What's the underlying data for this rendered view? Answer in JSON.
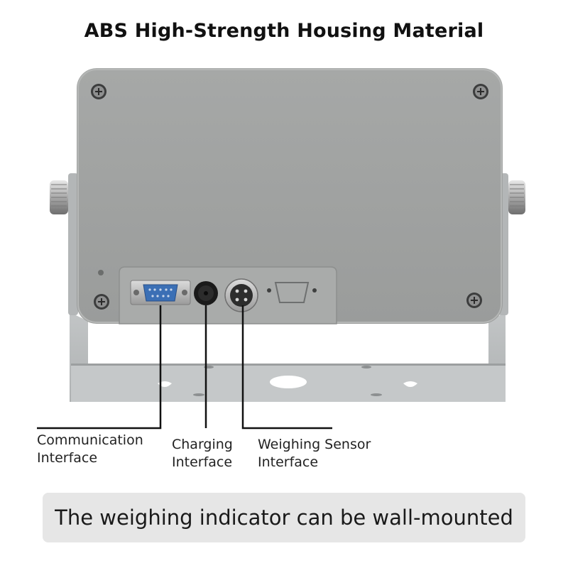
{
  "title": "ABS High-Strength Housing Material",
  "callouts": {
    "communication": {
      "line1": "Communication",
      "line2": "Interface"
    },
    "charging": {
      "line1": "Charging",
      "line2": "Interface"
    },
    "sensor": {
      "line1": "Weighing Sensor",
      "line2": "Interface"
    }
  },
  "caption": "The weighing indicator can be wall-mounted",
  "colors": {
    "housing": "#9fa1a0",
    "bracket": "#b9bcbd",
    "caption_bg": "#e6e6e6",
    "leader_line": "#111111"
  },
  "icons": [
    "screw-icon",
    "knob-icon",
    "db9-connector-icon",
    "dc-jack-icon",
    "aviation-connector-icon"
  ]
}
